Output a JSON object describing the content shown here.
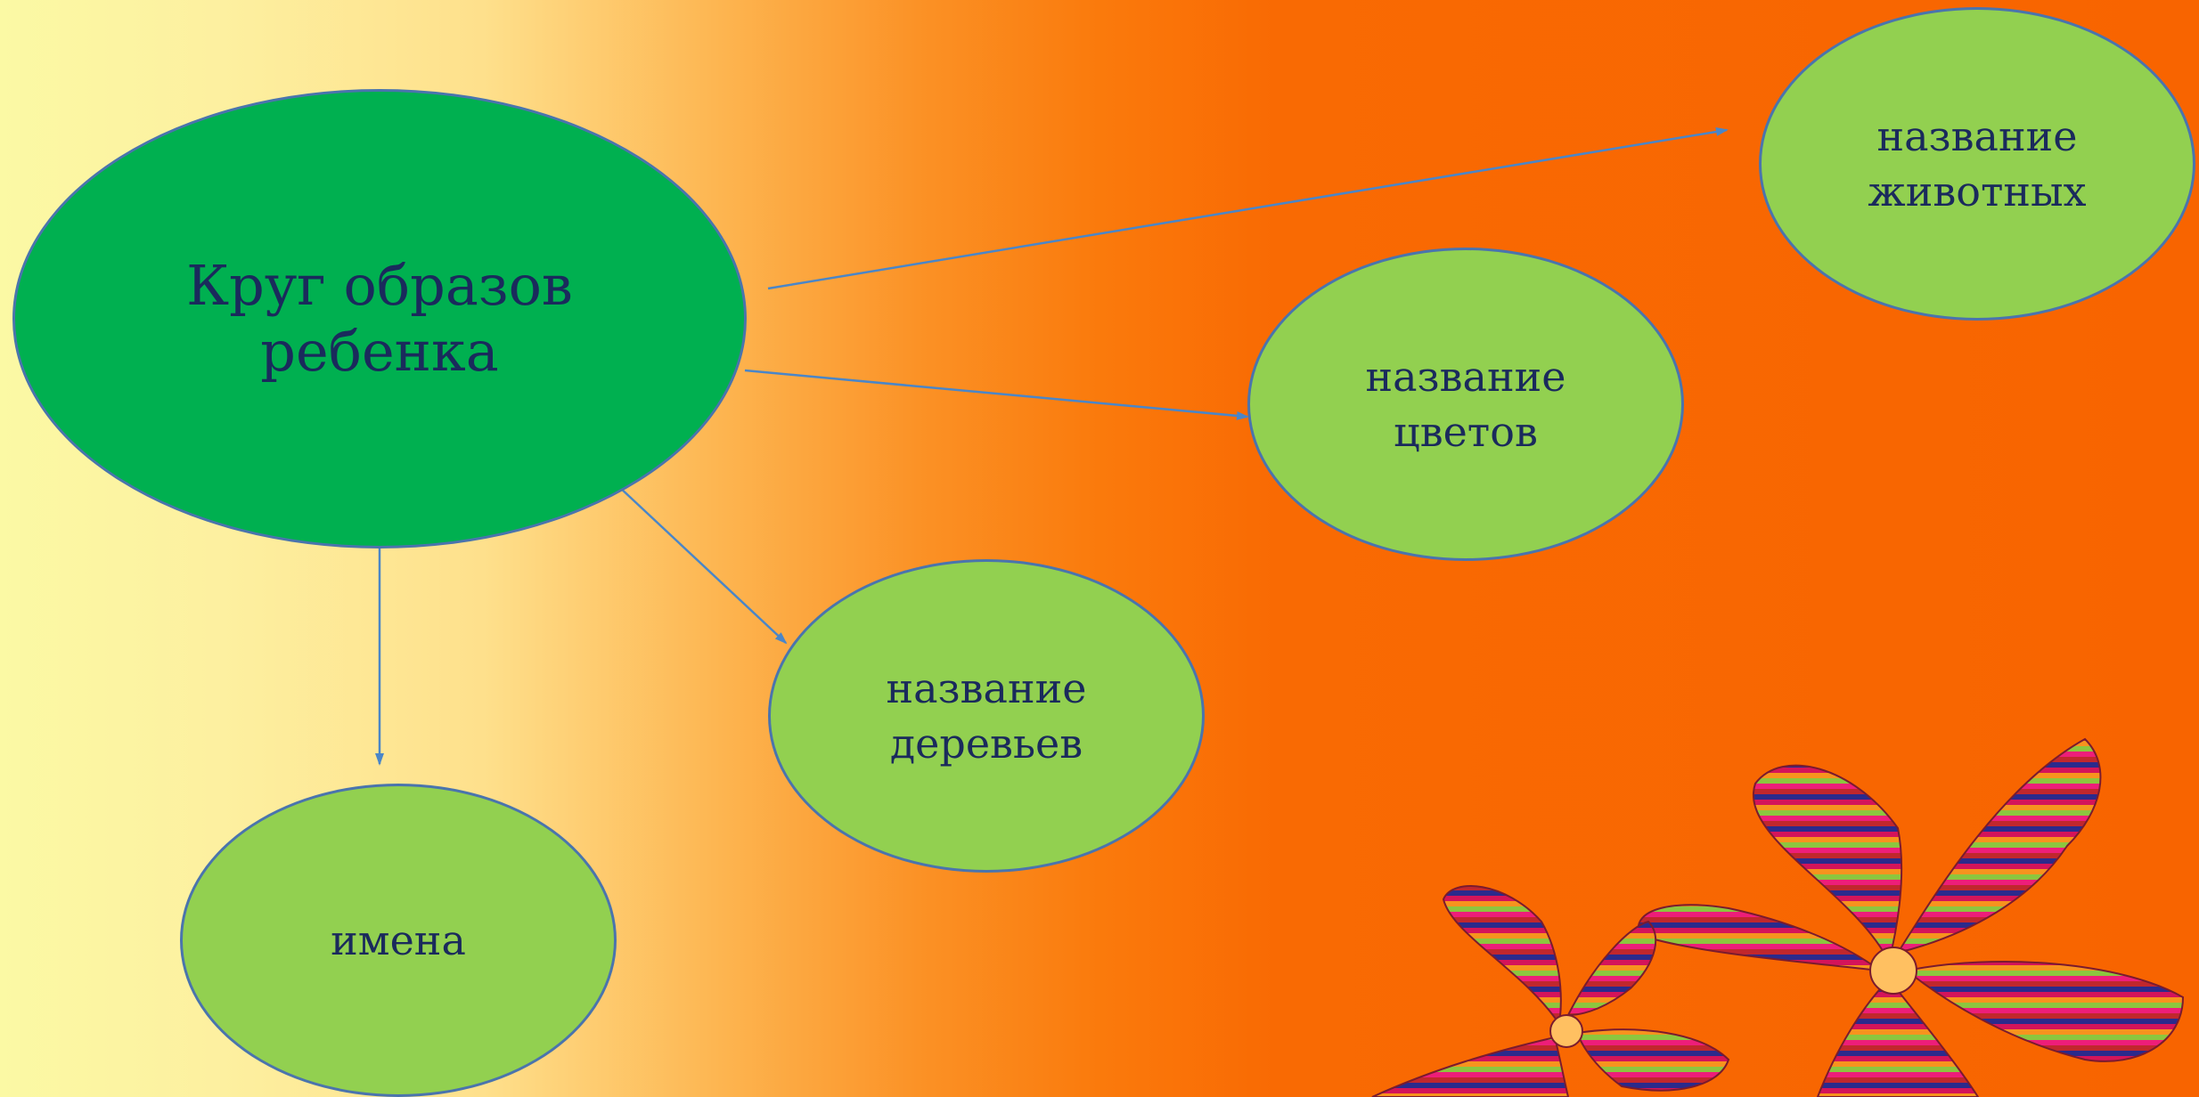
{
  "diagram": {
    "center": {
      "label": "Круг образов\nребенка",
      "fill": "#00b050"
    },
    "nodes": [
      {
        "id": "animals",
        "label": "название\nживотных"
      },
      {
        "id": "flowers",
        "label": "название\nцветов"
      },
      {
        "id": "trees",
        "label": "название\nдеревьев"
      },
      {
        "id": "names",
        "label": "имена"
      }
    ],
    "leaf_fill": "#92d050",
    "arrow_color": "#4a86c8",
    "text_color": "#1a2a5c"
  },
  "decoration": {
    "icon": "striped-flowers-illustration"
  }
}
